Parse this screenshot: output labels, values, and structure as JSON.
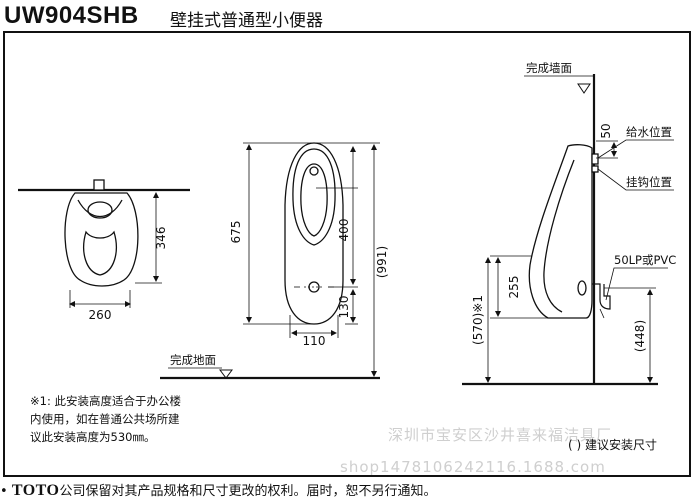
{
  "header": {
    "model": "UW904SHB",
    "product_title": "壁挂式普通型小便器"
  },
  "labels": {
    "finished_wall": "完成墙面",
    "finished_floor": "完成地面",
    "water_supply_position": "给水位置",
    "hook_position": "挂钩位置",
    "drain_option": "50LP或PVC"
  },
  "dimensions": {
    "width_260": "260",
    "depth_346": "346",
    "height_675": "675",
    "rim_400": "400",
    "drain_130": "130",
    "drain_spacing_110": "110",
    "total_991": "(991)",
    "offset_50": "50",
    "drain_255": "255",
    "mount_570": "(570)※1",
    "drain_448": "(448)"
  },
  "note_lines": [
    "※1: 此安装高度适合于办公楼",
    "内使用，如在普通公共场所建",
    "议此安装高度为530㎜。"
  ],
  "legend": "( ) 建议安装尺寸",
  "watermarks": [
    "深圳市宝安区沙井喜来福洁具厂",
    "shop1478106242116.1688.com"
  ],
  "footer": {
    "bullet": "•",
    "brand": "TOTO",
    "text": "公司保留对其产品规格和尺寸更改的权利。届时，恕不另行通知。"
  },
  "colors": {
    "line": "#111111",
    "watermark": "#cfcfcf",
    "background": "#ffffff"
  }
}
